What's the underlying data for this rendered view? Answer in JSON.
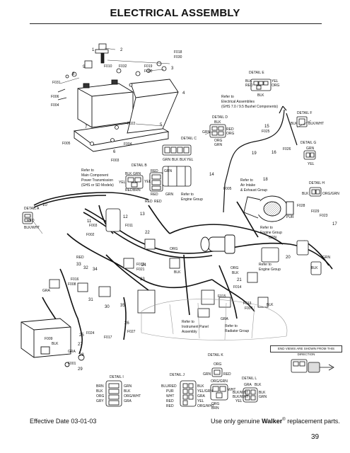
{
  "title": "ELECTRICAL ASSEMBLY",
  "footer": {
    "effective_date": "Effective Date 03-01-03",
    "tagline_prefix": "Use only genuine",
    "brand": "Walker",
    "reg_mark": "®",
    "tagline_suffix": "replacement parts.",
    "page_number": "39"
  },
  "end_views_note": "END VIEWS ARE SHOWN FROM THIS DIRECTION",
  "details": {
    "a": "DETAIL A",
    "b": "DETAIL B",
    "c": "DETAIL C",
    "d": "DETAIL D",
    "e": "DETAIL E",
    "f": "DETAIL F",
    "g": "DETAIL G",
    "h": "DETAIL H",
    "i": "DETAIL I",
    "j": "DETAIL J",
    "k": "DETAIL K",
    "l": "DETAIL L"
  },
  "notes": {
    "main_component": [
      "Refer to",
      "Main Component",
      "Power Transmission",
      "(GHS or SD Models)"
    ],
    "electrical_assemblies": [
      "Refer to",
      "Electrical Assemblies",
      "(GHS 7.0 / 9.5 Bushel Components)"
    ],
    "air_intake": [
      "Refer to",
      "Air Intake",
      "& Exhaust Group"
    ],
    "engine_group_1": [
      "Refer to",
      "Engine Group"
    ],
    "engine_group_2": [
      "Refer to",
      "Engine Group"
    ],
    "engine_group_3": [
      "Refer to",
      "Engine Group"
    ],
    "instrument_panel": [
      "Refer to",
      "Instrument Panel",
      "Assembly"
    ],
    "radiator_group": [
      "Refer to",
      "Radiator Group"
    ]
  },
  "part_callouts": {
    "upper": [
      "1",
      "2",
      "3",
      "4",
      "5",
      "6",
      "7",
      "8",
      "9",
      "10",
      "11",
      "12",
      "13",
      "14",
      "15",
      "16",
      "17",
      "18",
      "19",
      "20",
      "21",
      "22",
      "23",
      "24",
      "25",
      "26",
      "27",
      "28",
      "29",
      "30",
      "31",
      "32",
      "33",
      "34",
      "35"
    ],
    "f_codes": [
      "F018",
      "F030",
      "F010",
      "F032",
      "F019",
      "F020",
      "F031",
      "F006",
      "F004",
      "F022",
      "F005",
      "F004",
      "F003",
      "F025",
      "F026",
      "F005",
      "F002",
      "F003",
      "F011",
      "F012",
      "F021",
      "F028",
      "F029",
      "F023",
      "F014",
      "F015",
      "F013",
      "F007",
      "F008",
      "F016",
      "F027",
      "F024",
      "F009",
      "F001",
      "F017"
    ]
  },
  "wire_labels": {
    "detail_b": [
      "BLK",
      "GRN",
      "YEL",
      "RED",
      "BRN",
      "RED",
      "GRN",
      "YEL",
      "RED",
      "GRN"
    ],
    "detail_c": [
      "GRN",
      "BLK",
      "BLK",
      "YEL"
    ],
    "detail_d": [
      "BLK",
      "GRN",
      "RED",
      "ORG",
      "ORG",
      "GRN"
    ],
    "detail_e": [
      "BLK",
      "RED",
      "YEL",
      "ORG",
      "BLK"
    ],
    "detail_f": [
      "BLK",
      "BLK/WHT"
    ],
    "detail_g": [
      "GRN",
      "YEL"
    ],
    "detail_h": [
      "BLK",
      "ORG/GRN"
    ],
    "detail_a": [
      "RED",
      "BLK/WHT"
    ],
    "detail_i": [
      "BRN",
      "BLK",
      "ORG",
      "GRY",
      "GRN",
      "BLK",
      "ORG/WHT",
      "GRA"
    ],
    "detail_j": [
      "BLU/RED",
      "PUR",
      "WHT",
      "RED",
      "RED",
      "BLK",
      "YEL/GRN",
      "GRA",
      "YEL",
      "ORG/WHT"
    ],
    "detail_k": [
      "ORG",
      "GRN",
      "RED",
      "ORG/GRN",
      "WHT",
      "ORG",
      "BRN"
    ],
    "detail_l": [
      "GRA",
      "BLK",
      "BLK/WHT",
      "BLK/WHT",
      "BLK",
      "YEL",
      "GRN"
    ],
    "harness": [
      "RED",
      "RED",
      "GRA",
      "BLK",
      "ORG",
      "BLK",
      "GRN",
      "BLK",
      "PUR",
      "GRA",
      "BLK",
      "GRN",
      "ORG",
      "GRA",
      "BLK",
      "RED"
    ]
  }
}
